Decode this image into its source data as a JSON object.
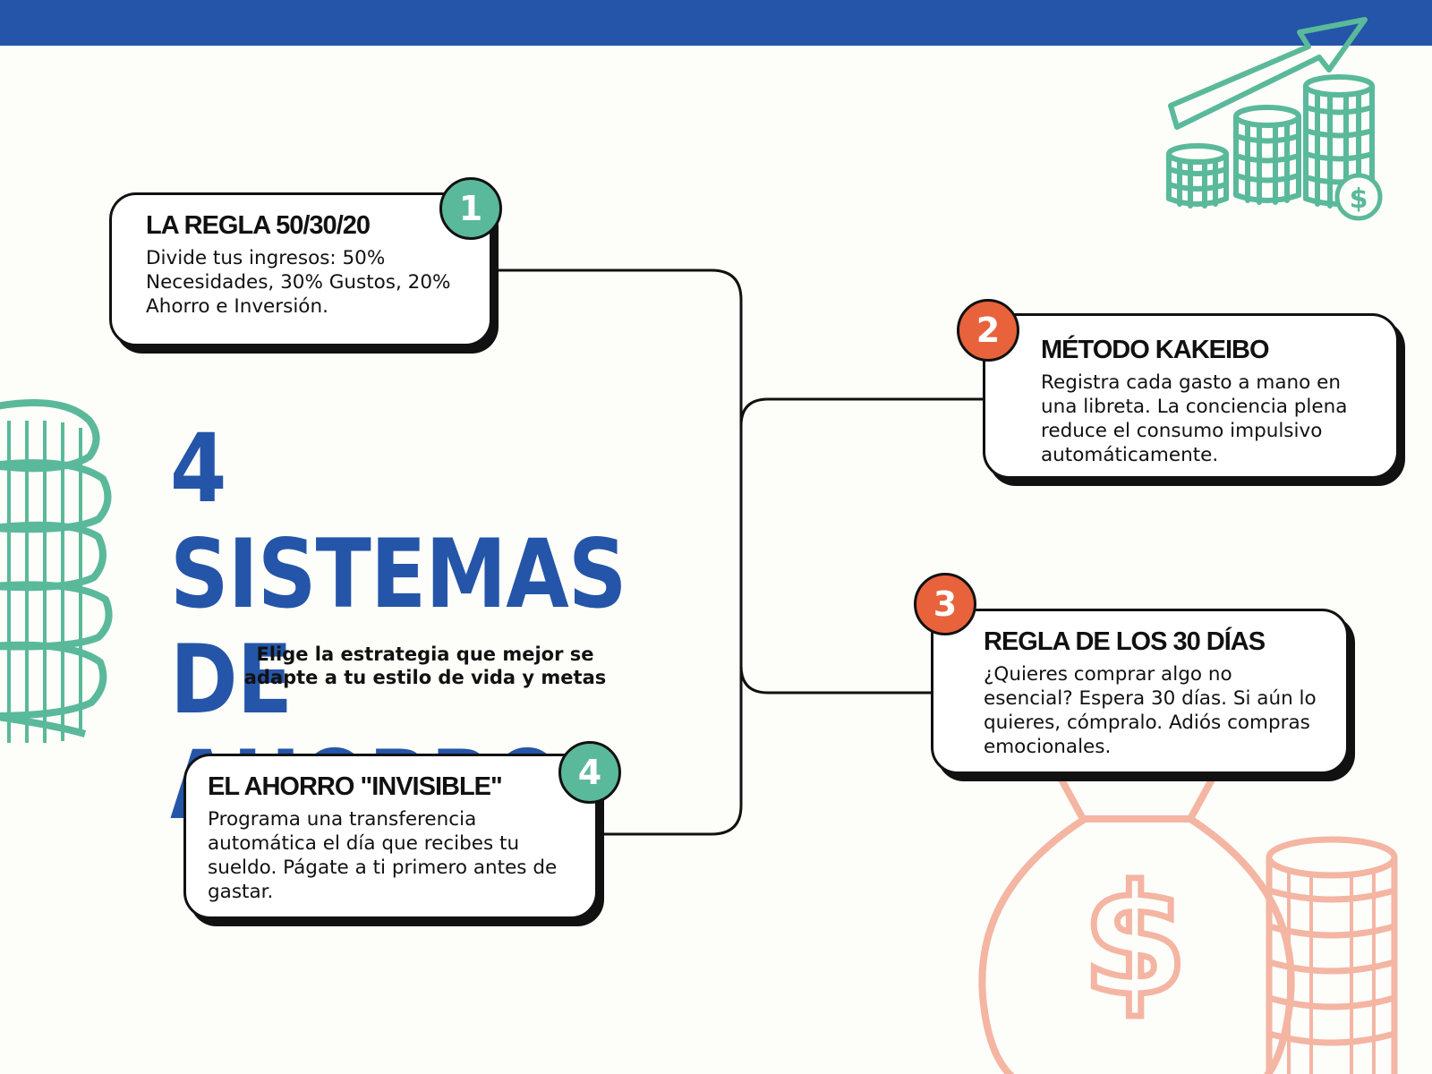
{
  "title": {
    "line1": "4 SISTEMAS",
    "line2": "DE AHORRO"
  },
  "subtitle": "Elige la estrategia que mejor se adapte a tu estilo de vida y metas",
  "colors": {
    "brand_blue": "#2455a8",
    "teal": "#5ab99a",
    "orange": "#e8623c",
    "salmon": "#f4b5a3"
  },
  "cards": [
    {
      "number": "1",
      "title": "LA REGLA 50/30/20",
      "text": "Divide tus ingresos: 50% Necesidades, 30% Gustos, 20% Ahorro e Inversión.",
      "badge_color": "#5ab99a"
    },
    {
      "number": "2",
      "title": "MÉTODO KAKEIBO",
      "text": "Registra cada gasto a mano en una libreta. La conciencia plena reduce el consumo impulsivo automáticamente.",
      "badge_color": "#e8623c"
    },
    {
      "number": "3",
      "title": "REGLA DE LOS 30 DÍAS",
      "text": "¿Quieres comprar algo no esencial? Espera 30 días. Si aún lo quieres, cómpralo. Adiós compras emocionales.",
      "badge_color": "#e8623c"
    },
    {
      "number": "4",
      "title": "EL AHORRO \"INVISIBLE\"",
      "text": "Programa una transferencia automática el día que recibes tu sueldo. Págate a ti primero antes de gastar.",
      "badge_color": "#5ab99a"
    }
  ],
  "illustrations": {
    "top_right": "growth-coins-arrow-icon",
    "left": "coin-stack-icon",
    "bottom_right": "money-bag-dollar-icon",
    "bottom_right_coins": "coin-stack-icon",
    "dollar_coin": "dollar-coin-icon"
  }
}
